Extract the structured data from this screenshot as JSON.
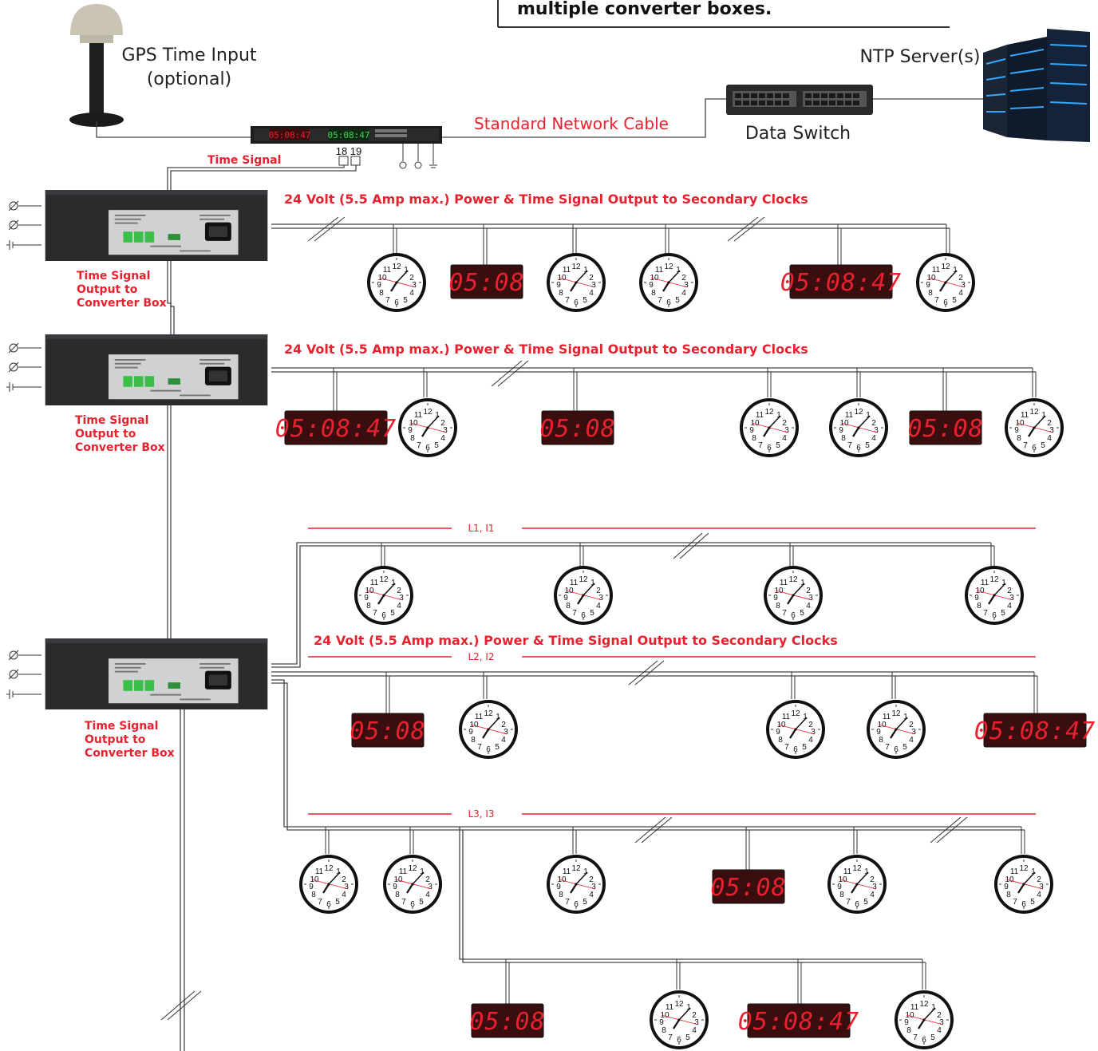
{
  "title_banner": "multiple converter boxes.",
  "gps_label_line1": "GPS Time Input",
  "gps_label_line2": "(optional)",
  "ntp_label": "NTP Server(s)",
  "network_cable_label": "Standard Network Cable",
  "data_switch_label": "Data Switch",
  "time_signal_label": "Time Signal",
  "terminal_18": "18",
  "terminal_19": "19",
  "header_power_output": "24 Volt (5.5 Amp max.) Power & Time Signal Output to Secondary Clocks",
  "converter_output_label": [
    "Time Signal",
    "Output to",
    "Converter Box"
  ],
  "line_l1": "L1, I1",
  "line_l2": "L2, I2",
  "line_l3": "L3, I3",
  "master_display_red": "05:08:47",
  "master_display_green": "05:08:47",
  "digital_short": "05:08",
  "digital_long": "05:08:47",
  "clock_numbers": [
    "12",
    "1",
    "2",
    "3",
    "4",
    "5",
    "6",
    "7",
    "8",
    "9",
    "10",
    "11"
  ],
  "colors": {
    "accent_red": "#e8212e",
    "box_dark": "#2b2b2e",
    "terminal_green": "#3bbf4a",
    "led_bg": "#3a0d0e"
  }
}
